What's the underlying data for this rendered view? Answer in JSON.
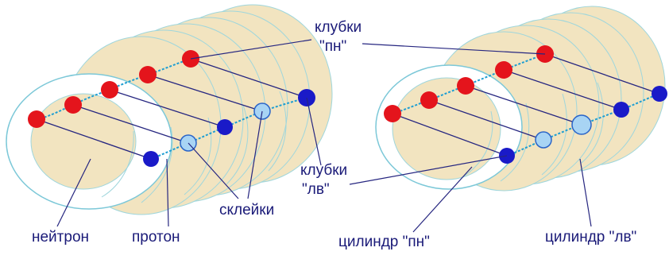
{
  "labels": {
    "klubki_pn_line1": "клубки",
    "klubki_pn_line2": "\"пн\"",
    "klubki_lv_line1": "клубки",
    "klubki_lv_line2": "\"лв\"",
    "skleiki": "склейки",
    "neitron": "нейтрон",
    "proton": "протон",
    "cylinder_pn": "цилиндр \"пн\"",
    "cylinder_lv": "цилиндр \"лв\""
  },
  "colors": {
    "cylinder_fill": "#f2e4c0",
    "cylinder_edge": "#9fd6dc",
    "red_ball": "#e4141c",
    "blue_ball": "#1a1ac8",
    "glue_ball": "#a8d4f4",
    "glue_edge": "#2a64c8",
    "leader_line": "#262680",
    "helix": "#1e9ed2",
    "text": "#1a1a78"
  }
}
